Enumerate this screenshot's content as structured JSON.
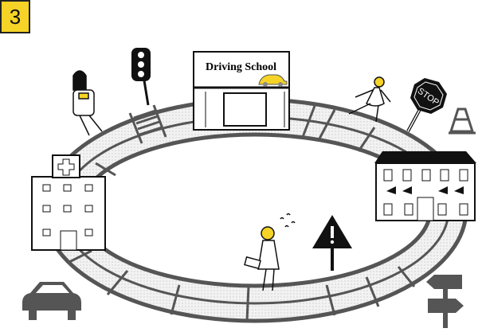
{
  "badge": {
    "number": "3",
    "color": "#f5d327"
  },
  "driving_school": {
    "sign": "Driving School",
    "car_color": "#f5d327"
  },
  "stop_sign": {
    "text": "STOP"
  },
  "icons": [
    "traffic-light-icon",
    "stop-sign-icon",
    "traffic-cone-icon",
    "hospital-icon",
    "car-icon",
    "warning-sign-icon",
    "direction-signpost-icon",
    "school-building-icon"
  ]
}
